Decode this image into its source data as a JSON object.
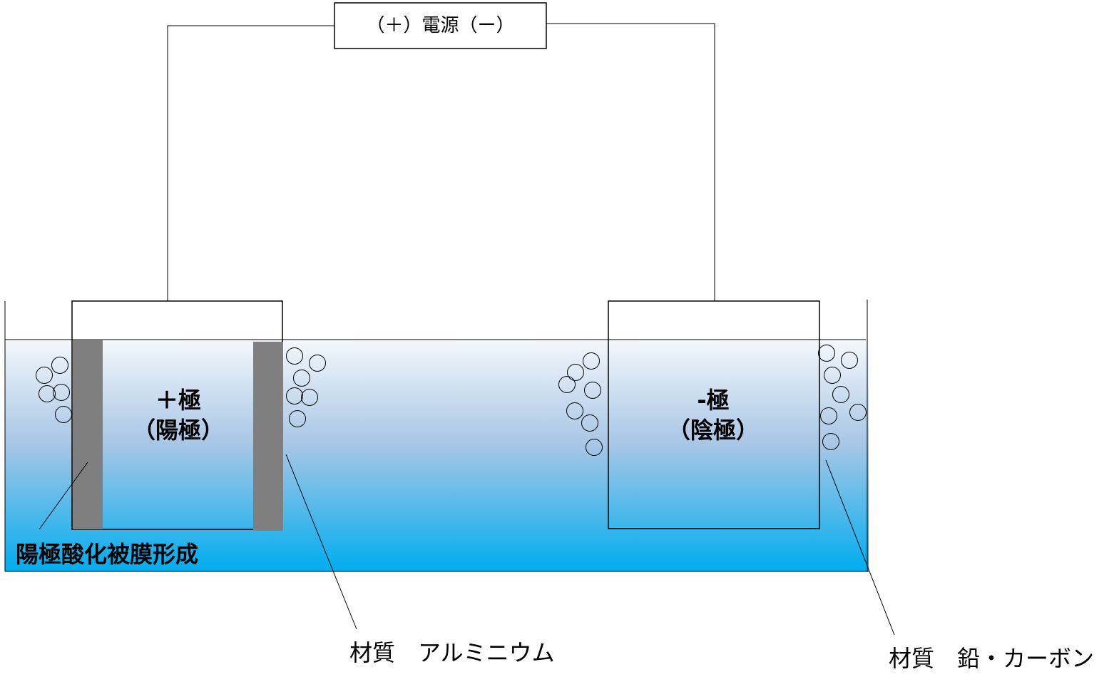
{
  "power_supply": {
    "label": "（＋）電源（ー）"
  },
  "anode": {
    "sign": "＋極",
    "name": "（陽極）"
  },
  "cathode": {
    "sign": "-極",
    "name": "（陰極）"
  },
  "film_label": "陽極酸化被膜形成",
  "anode_material_label": "材質　アルミニウム",
  "cathode_material_label": "材質　鉛・カーボン",
  "colors": {
    "liquid_top": "#f2f6fb",
    "liquid_mid": "#a5c4e6",
    "liquid_bottom": "#00adef",
    "oxide_film": "#7f7f7f",
    "line": "#000000"
  }
}
